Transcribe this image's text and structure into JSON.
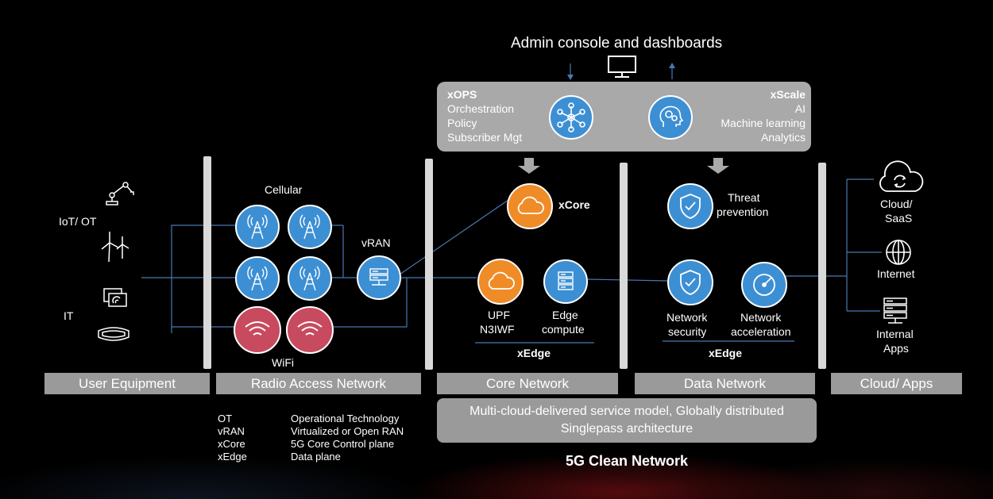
{
  "header": {
    "title": "Admin console and dashboards"
  },
  "xops": {
    "title": "xOPS",
    "lines": [
      "Orchestration",
      "Policy",
      "Subscriber Mgt"
    ]
  },
  "xscale": {
    "title": "xScale",
    "lines": [
      "AI",
      "Machine learning",
      "Analytics"
    ]
  },
  "ue": {
    "iot_label": "IoT/ OT",
    "it_label": "IT"
  },
  "ran": {
    "cellular_label": "Cellular",
    "wifi_label": "WiFi",
    "vran_label": "vRAN"
  },
  "core": {
    "xcore_label": "xCore",
    "upf_line1": "UPF",
    "upf_line2": "N3IWF",
    "edge_line1": "Edge",
    "edge_line2": "compute",
    "xedge_label": "xEdge"
  },
  "data": {
    "threat_line1": "Threat",
    "threat_line2": "prevention",
    "netsec_line1": "Network",
    "netsec_line2": "security",
    "netacc_line1": "Network",
    "netacc_line2": "acceleration",
    "xedge_label": "xEdge"
  },
  "cloud": {
    "saas_line1": "Cloud/",
    "saas_line2": "SaaS",
    "internet_label": "Internet",
    "apps_line1": "Internal",
    "apps_line2": "Apps"
  },
  "bars": {
    "user_equipment": "User Equipment",
    "radio_access_network": "Radio Access Network",
    "core_network": "Core Network",
    "data_network": "Data Network",
    "cloud_apps": "Cloud/ Apps"
  },
  "legend": [
    {
      "abbr": "OT",
      "desc": "Operational Technology"
    },
    {
      "abbr": "vRAN",
      "desc": "Virtualized or Open RAN"
    },
    {
      "abbr": "xCore",
      "desc": "5G Core Control plane"
    },
    {
      "abbr": "xEdge",
      "desc": "Data plane"
    }
  ],
  "service_model": {
    "line1": "Multi-cloud-delivered service model, Globally distributed",
    "line2": "Singlepass architecture"
  },
  "footer": {
    "title": "5G Clean Network"
  },
  "colors": {
    "blue": "#3d8fd4",
    "orange": "#ef8c27",
    "pink": "#c84a5e",
    "panel_gray": "#a9a9a9",
    "bar_gray": "#9a9a9a",
    "line_blue": "#4a78b0"
  }
}
